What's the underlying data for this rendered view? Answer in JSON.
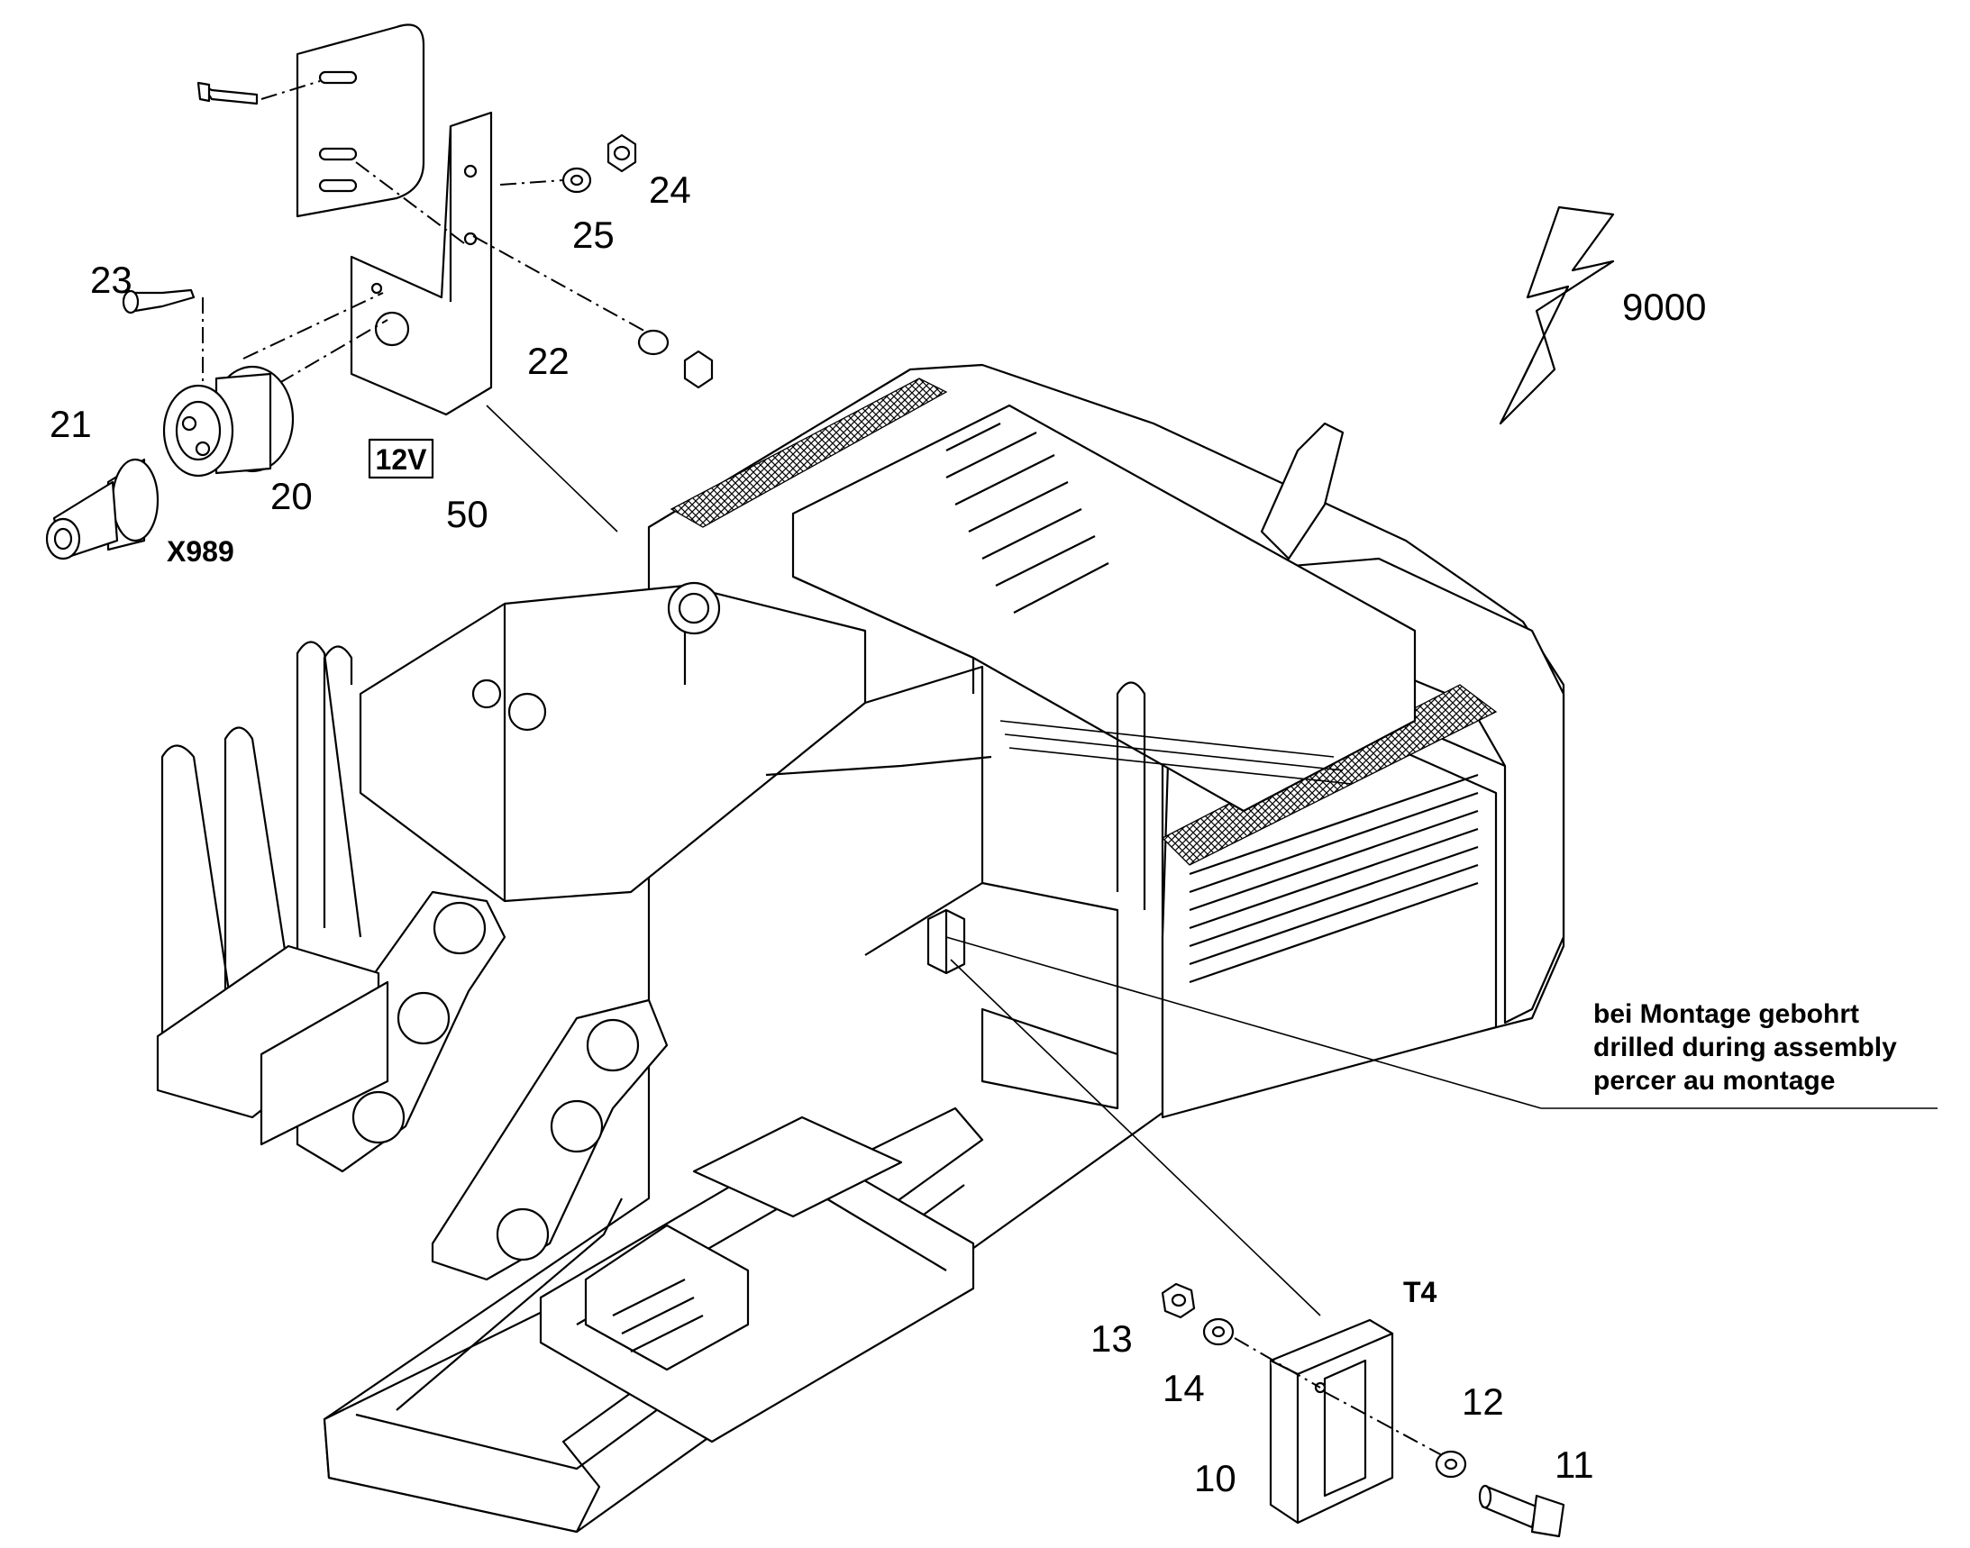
{
  "callouts": {
    "c24": "24",
    "c25": "25",
    "c23": "23",
    "c22": "22",
    "c21": "21",
    "c20": "20",
    "c50": "50",
    "cX989": "X989",
    "c9000": "9000",
    "cT4": "T4",
    "c13": "13",
    "c14": "14",
    "c12": "12",
    "c11": "11",
    "c10": "10"
  },
  "decal_label": "12V",
  "note": {
    "de": "bei Montage gebohrt",
    "en": "drilled during assembly",
    "fr": "percer au montage"
  }
}
